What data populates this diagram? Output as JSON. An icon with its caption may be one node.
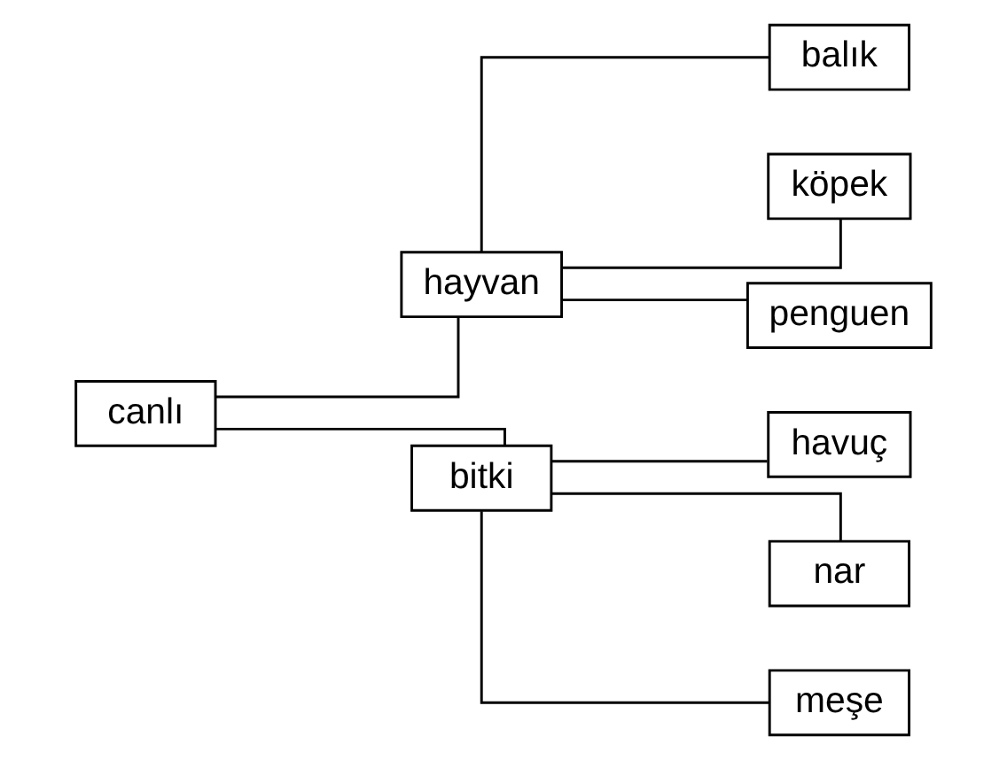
{
  "diagram": {
    "nodes": [
      {
        "text": [
          "canlı"
        ]
      },
      {
        "text": [
          "hayvan"
        ]
      },
      {
        "text": [
          "balık"
        ]
      },
      {
        "text": [
          "köpek"
        ]
      },
      {
        "text": [
          "penguen"
        ]
      },
      {
        "text": [
          "bitki"
        ]
      },
      {
        "text": [
          "havuç"
        ]
      },
      {
        "text": [
          "nar"
        ]
      },
      {
        "text": [
          "meşe"
        ]
      }
    ],
    "edges": [
      {
        "from": 0,
        "to": 1,
        "arrow": "none"
      },
      {
        "from": 0,
        "to": 5,
        "arrow": "none"
      },
      {
        "from": 1,
        "to": 2,
        "arrow": "none"
      },
      {
        "from": 1,
        "to": 3,
        "arrow": "none"
      },
      {
        "from": 1,
        "to": 4,
        "arrow": "none"
      },
      {
        "from": 5,
        "to": 6,
        "arrow": "none"
      },
      {
        "from": 5,
        "to": 7,
        "arrow": "none"
      },
      {
        "from": 5,
        "to": 8,
        "arrow": "none"
      }
    ]
  }
}
